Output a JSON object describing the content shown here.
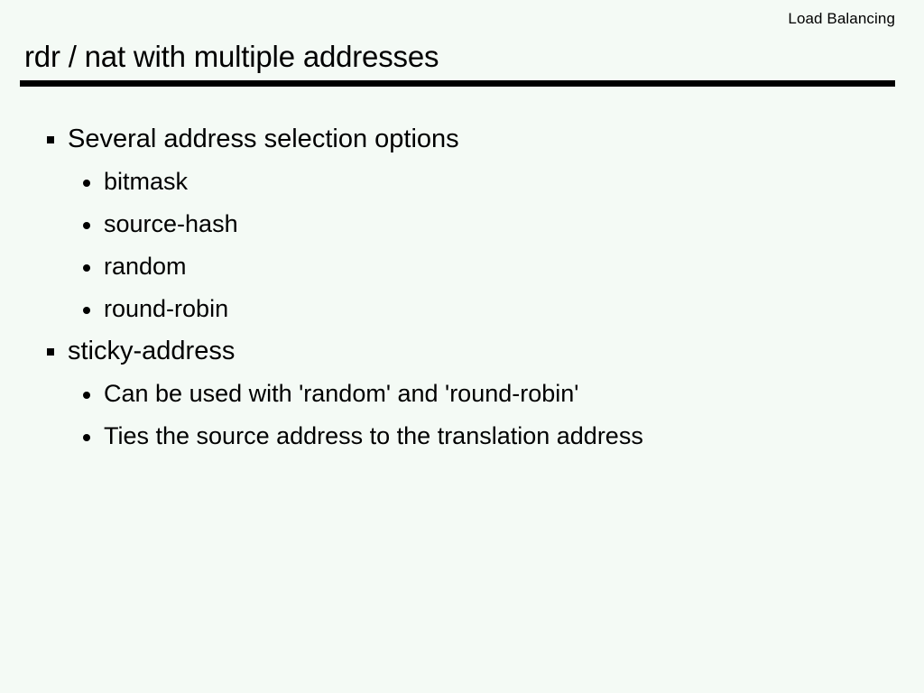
{
  "slide": {
    "header": "Load Balancing",
    "title": "rdr / nat with multiple addresses",
    "background_color": "#f4faf5",
    "text_color": "#000000",
    "rule_color": "#000000",
    "bullets": [
      {
        "level": 1,
        "marker": "square-bullet",
        "text": "Several address selection options"
      },
      {
        "level": 2,
        "marker": "round-bullet",
        "text": "bitmask"
      },
      {
        "level": 2,
        "marker": "round-bullet",
        "text": "source-hash"
      },
      {
        "level": 2,
        "marker": "round-bullet",
        "text": "random"
      },
      {
        "level": 2,
        "marker": "round-bullet",
        "text": "round-robin"
      },
      {
        "level": 1,
        "marker": "square-bullet",
        "text": "sticky-address"
      },
      {
        "level": 2,
        "marker": "round-bullet",
        "text": "Can be used with 'random' and 'round-robin'"
      },
      {
        "level": 2,
        "marker": "round-bullet",
        "text": "Ties the source address to the translation address"
      }
    ]
  }
}
